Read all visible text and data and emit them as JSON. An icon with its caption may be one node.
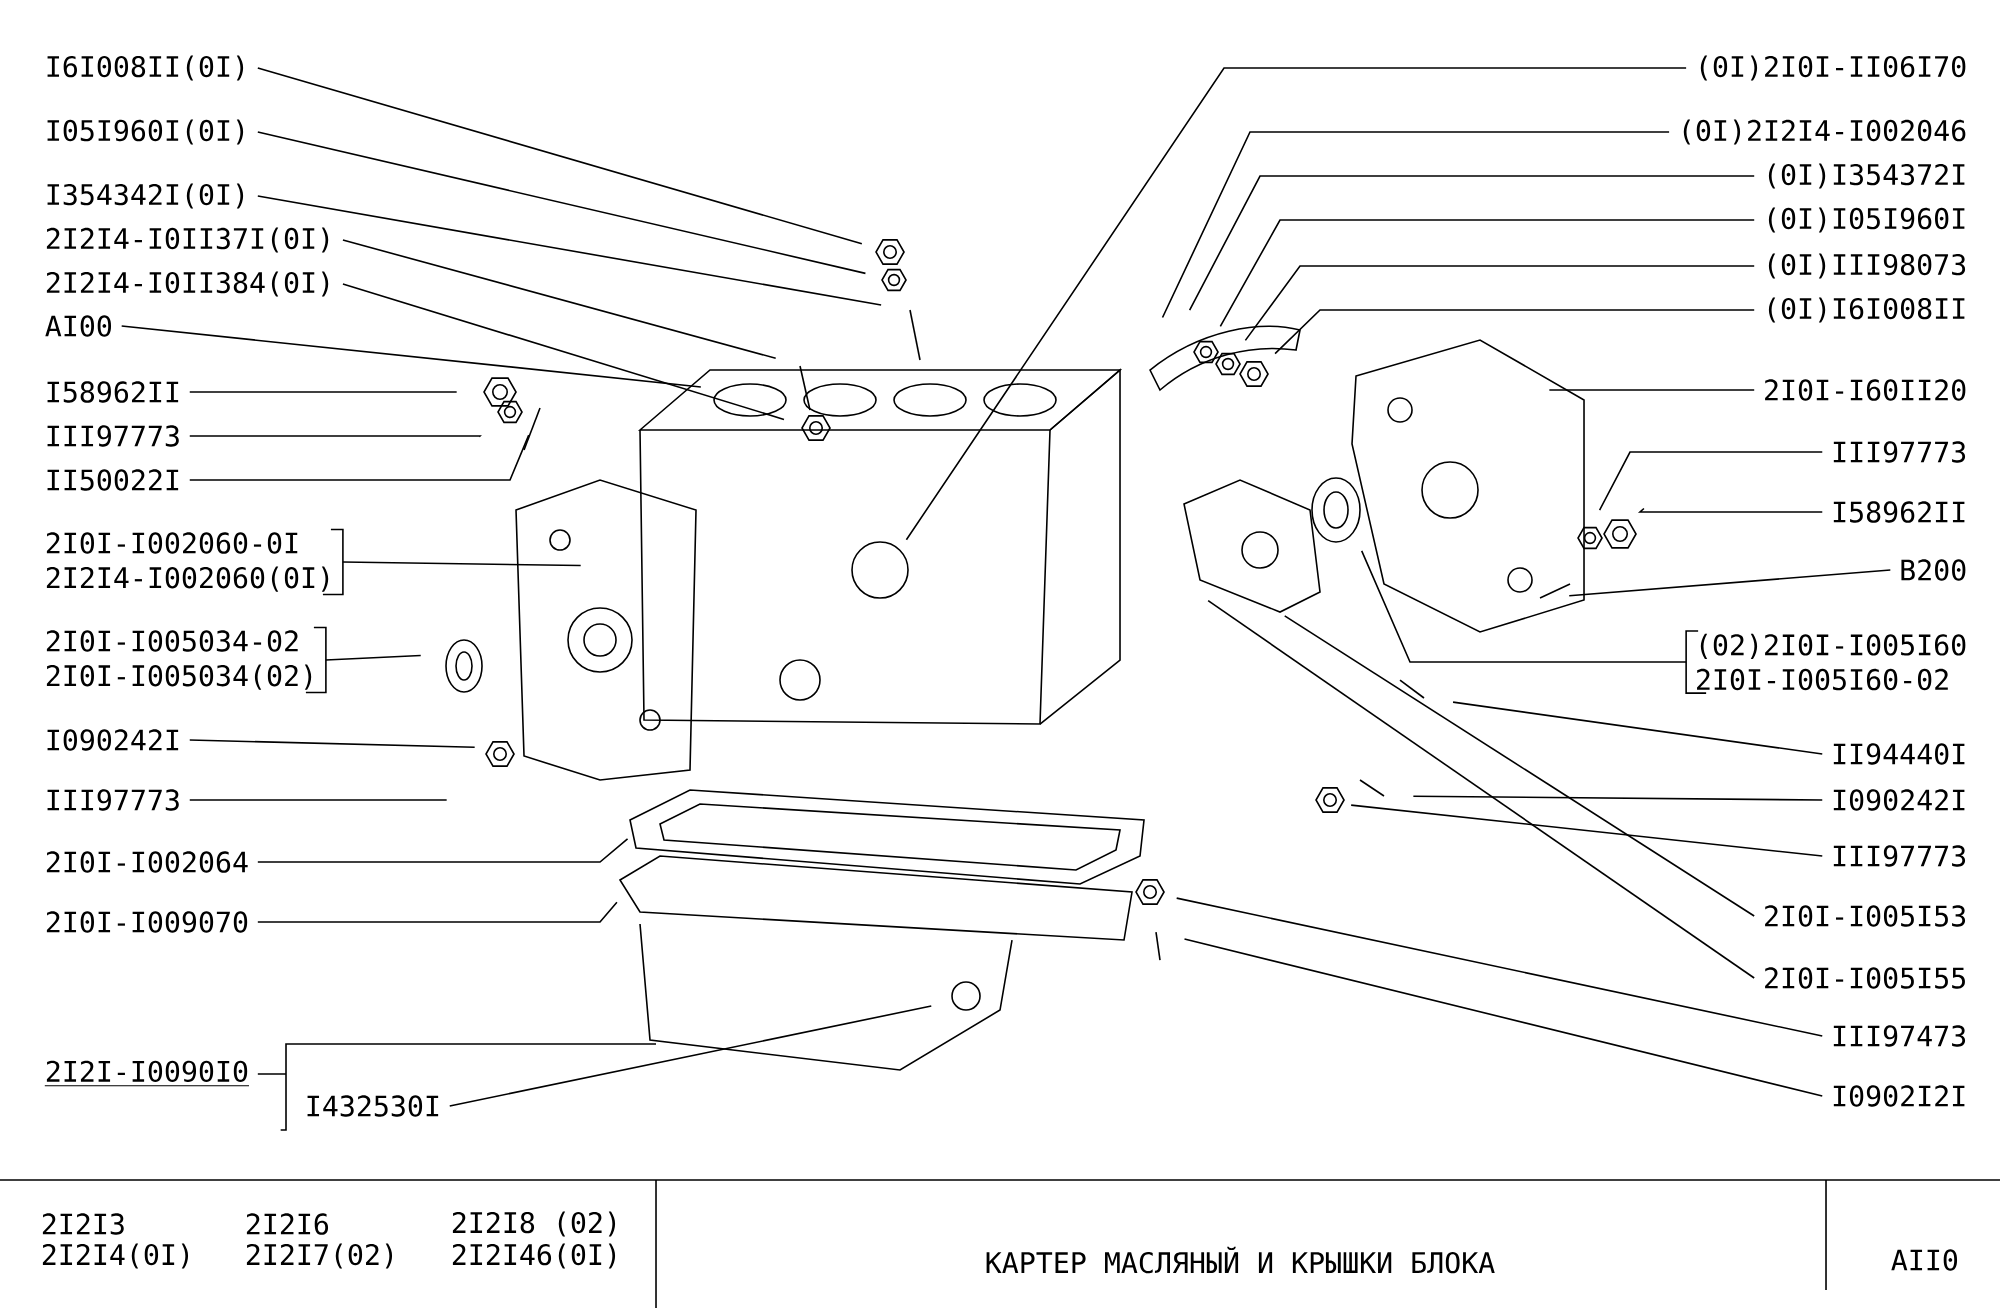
{
  "diagram": {
    "title": "КАРТЕР  МАСЛЯНЫЙ  И  КРЫШКИ  БЛОКА",
    "nodes": [
      {
        "text": [
          "I6I008II(0I)"
        ]
      },
      {
        "text": [
          "I05I960I(0I)"
        ]
      },
      {
        "text": [
          "I354342I(0I)"
        ]
      },
      {
        "text": [
          "2I2I4-I0II37I(0I)"
        ]
      },
      {
        "text": [
          "2I2I4-I0II384(0I)"
        ]
      },
      {
        "text": [
          "AI00"
        ]
      },
      {
        "text": [
          "I58962II"
        ]
      },
      {
        "text": [
          "III97773"
        ]
      },
      {
        "text": [
          "II50022I"
        ]
      },
      {
        "text": [
          "2I0I-I002060-0I",
          "2I2I4-I002060(0I)"
        ]
      },
      {
        "text": [
          "2I0I-I005034-02",
          "2I0I-I005034(02)"
        ]
      },
      {
        "text": [
          "I090242I"
        ]
      },
      {
        "text": [
          "III97773"
        ]
      },
      {
        "text": [
          "2I0I-I002064"
        ]
      },
      {
        "text": [
          "2I0I-I009070"
        ]
      },
      {
        "text": [
          "2I2I-I0090I0"
        ]
      },
      {
        "text": [
          "I432530I"
        ]
      },
      {
        "text": [
          "(0I)2I0I-II06I70"
        ]
      },
      {
        "text": [
          "(0I)2I2I4-I002046"
        ]
      },
      {
        "text": [
          "(0I)I354372I"
        ]
      },
      {
        "text": [
          "(0I)I05I960I"
        ]
      },
      {
        "text": [
          "(0I)III98073"
        ]
      },
      {
        "text": [
          "(0I)I6I008II"
        ]
      },
      {
        "text": [
          "2I0I-I60II20"
        ]
      },
      {
        "text": [
          "III97773"
        ]
      },
      {
        "text": [
          "I58962II"
        ]
      },
      {
        "text": [
          "B200"
        ]
      },
      {
        "text": [
          "(02)2I0I-I005I60",
          "2I0I-I005I60-02"
        ]
      },
      {
        "text": [
          "II94440I"
        ]
      },
      {
        "text": [
          "I090242I"
        ]
      },
      {
        "text": [
          "III97773"
        ]
      },
      {
        "text": [
          "2I0I-I005I53"
        ]
      },
      {
        "text": [
          "2I0I-I005I55"
        ]
      },
      {
        "text": [
          "III97473"
        ]
      },
      {
        "text": [
          "I0902I2I"
        ]
      }
    ],
    "edges": [
      {
        "from": 0,
        "to": null,
        "arrow": "none"
      },
      {
        "from": 1,
        "to": null,
        "arrow": "none"
      },
      {
        "from": 2,
        "to": null,
        "arrow": "none"
      },
      {
        "from": 3,
        "to": null,
        "arrow": "none"
      },
      {
        "from": 4,
        "to": null,
        "arrow": "none"
      },
      {
        "from": 5,
        "to": null,
        "arrow": "none"
      },
      {
        "from": 6,
        "to": null,
        "arrow": "none"
      },
      {
        "from": 7,
        "to": null,
        "arrow": "none"
      },
      {
        "from": 8,
        "to": null,
        "arrow": "none"
      },
      {
        "from": 9,
        "to": null,
        "arrow": "none"
      },
      {
        "from": 10,
        "to": null,
        "arrow": "none"
      },
      {
        "from": 11,
        "to": null,
        "arrow": "none"
      },
      {
        "from": 12,
        "to": null,
        "arrow": "none"
      },
      {
        "from": 13,
        "to": null,
        "arrow": "none"
      },
      {
        "from": 14,
        "to": null,
        "arrow": "none"
      },
      {
        "from": 15,
        "to": null,
        "arrow": "none"
      },
      {
        "from": 16,
        "to": null,
        "arrow": "none"
      },
      {
        "from": 17,
        "to": null,
        "arrow": "none"
      },
      {
        "from": 18,
        "to": null,
        "arrow": "none"
      },
      {
        "from": 19,
        "to": null,
        "arrow": "none"
      },
      {
        "from": 20,
        "to": null,
        "arrow": "none"
      },
      {
        "from": 21,
        "to": null,
        "arrow": "none"
      },
      {
        "from": 22,
        "to": null,
        "arrow": "none"
      },
      {
        "from": 23,
        "to": null,
        "arrow": "none"
      },
      {
        "from": 24,
        "to": null,
        "arrow": "none"
      },
      {
        "from": 25,
        "to": null,
        "arrow": "none"
      },
      {
        "from": 26,
        "to": null,
        "arrow": "none"
      },
      {
        "from": 27,
        "to": null,
        "arrow": "none"
      },
      {
        "from": 28,
        "to": null,
        "arrow": "none"
      },
      {
        "from": 29,
        "to": null,
        "arrow": "none"
      },
      {
        "from": 30,
        "to": null,
        "arrow": "none"
      },
      {
        "from": 31,
        "to": null,
        "arrow": "none"
      },
      {
        "from": 32,
        "to": null,
        "arrow": "none"
      },
      {
        "from": 33,
        "to": null,
        "arrow": "none"
      },
      {
        "from": 34,
        "to": null,
        "arrow": "none"
      }
    ],
    "labels": [
      "2I2I3",
      "2I2I6",
      "2I2I8 (02)",
      "2I2I4(0I)",
      "2I2I7(02)",
      "2I2I46(0I)",
      "AII0"
    ]
  }
}
